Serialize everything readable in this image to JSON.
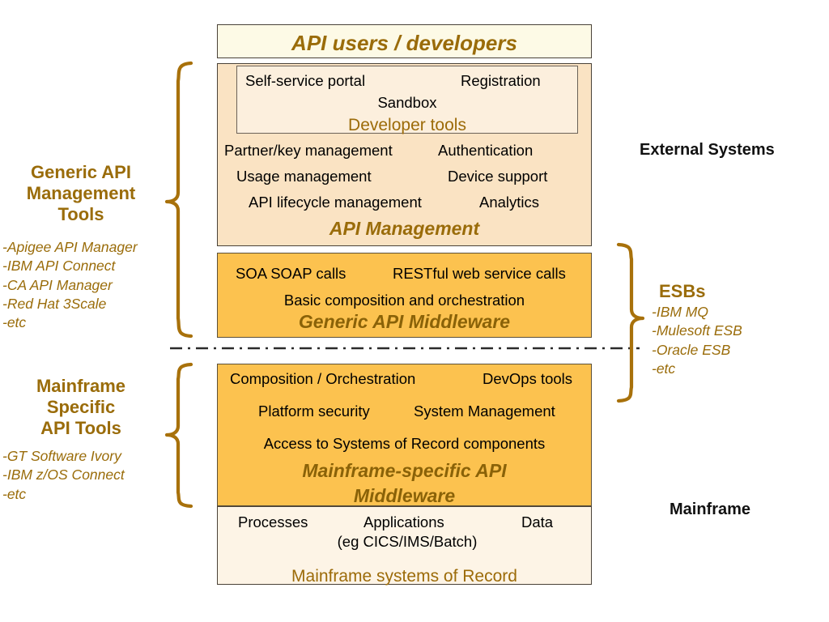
{
  "diagram": {
    "layers": {
      "api_users": {
        "caption": "API users / developers"
      },
      "api_management": {
        "caption": "API Management",
        "developer_tools": {
          "caption": "Developer tools",
          "items": [
            "Self-service portal",
            "Registration",
            "Sandbox"
          ]
        },
        "items": [
          "Partner/key management",
          "Authentication",
          "Usage management",
          "Device support",
          "API lifecycle management",
          "Analytics"
        ]
      },
      "generic_middleware": {
        "caption": "Generic API Middleware",
        "items": [
          "SOA SOAP calls",
          "RESTful web service calls",
          "Basic composition and orchestration"
        ]
      },
      "mainframe_middleware": {
        "caption_line1": "Mainframe-specific API",
        "caption_line2": "Middleware",
        "items": [
          "Composition / Orchestration",
          "DevOps tools",
          "Platform security",
          "System Management",
          "Access to Systems of Record components"
        ]
      },
      "systems_of_record": {
        "caption": "Mainframe systems of Record",
        "items": [
          "Processes",
          "Applications",
          "Data",
          "(eg CICS/IMS/Batch)"
        ]
      }
    },
    "left_annotations": [
      {
        "heading": "Generic API\nManagement\nTools",
        "tools": [
          "-Apigee API Manager",
          "-IBM API Connect",
          "-CA API Manager",
          "-Red Hat 3Scale",
          "-etc"
        ]
      },
      {
        "heading": "Mainframe\nSpecific\nAPI Tools",
        "tools": [
          "-GT Software Ivory",
          "-IBM z/OS Connect",
          "-etc"
        ]
      }
    ],
    "right_annotations": {
      "external_systems": "External Systems",
      "mainframe": "Mainframe",
      "esb": {
        "heading": "ESBs",
        "tools": [
          "-IBM MQ",
          "-Mulesoft ESB",
          "-Oracle ESB",
          "-etc"
        ]
      }
    },
    "colors": {
      "gold_text": "#9a6c0a",
      "bracket": "#a8710b",
      "users_fill": "#fdfae6",
      "api_mgmt_fill": "#fae3c3",
      "dev_tools_fill": "#fcefdd",
      "middleware_fill": "#fcc24f",
      "sor_fill": "#fdf4e6",
      "box_border": "#4a4238",
      "divider": "#2b2b2b"
    }
  }
}
